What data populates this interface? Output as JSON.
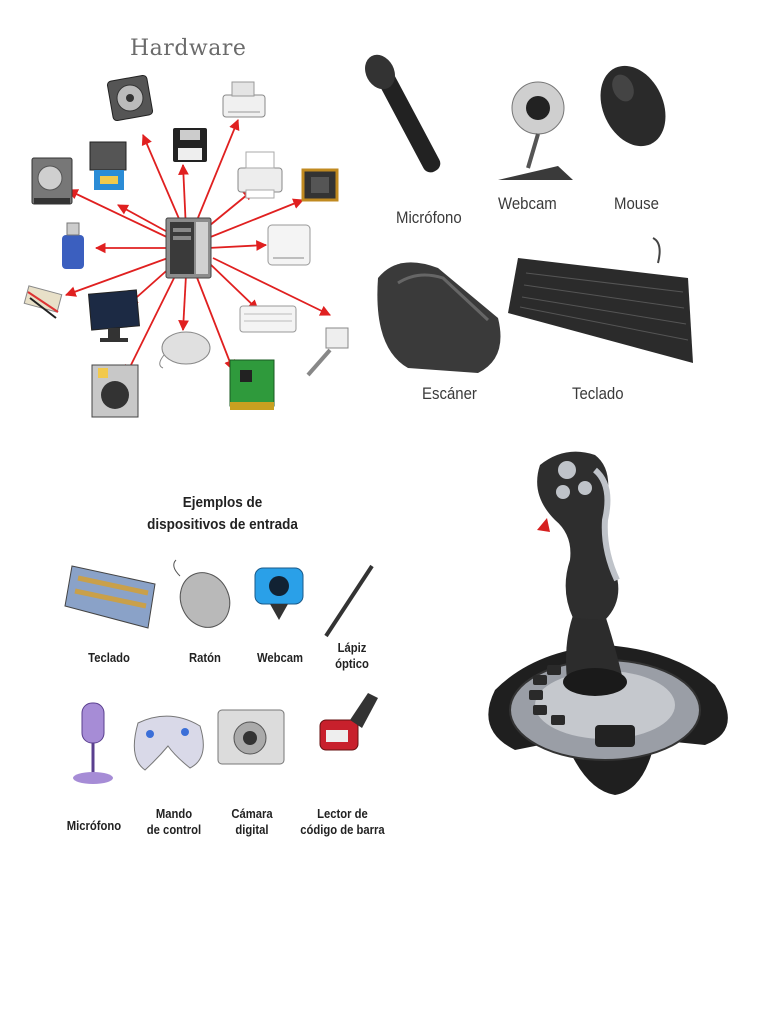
{
  "hardware_panel": {
    "title": "Hardware",
    "icons": [
      "cpu-fan-icon",
      "floppy-disk-icon",
      "printer-cable-icon",
      "hard-drive-icon",
      "graphics-card-icon",
      "printer-icon",
      "chip-icon",
      "usb-drive-icon",
      "computer-tower-icon",
      "external-drive-icon",
      "power-cable-icon",
      "monitor-icon",
      "keyboard-icon",
      "network-jack-icon",
      "power-supply-icon",
      "mouse-icon",
      "expansion-card-icon"
    ],
    "arrow_color": "#e02020"
  },
  "peripherals_panel": {
    "labels": {
      "microphone": "Micrófono",
      "webcam": "Webcam",
      "mouse": "Mouse",
      "scanner": "Escáner",
      "keyboard": "Teclado"
    }
  },
  "input_panel": {
    "title_line1": "Ejemplos de",
    "title_line2": "dispositivos de entrada",
    "items": {
      "keyboard": "Teclado",
      "mouse": "Ratón",
      "webcam": "Webcam",
      "pen_line1": "Lápiz",
      "pen_line2": "óptico",
      "mic": "Micrófono",
      "gamepad_line1": "Mando",
      "gamepad_line2": "de control",
      "camera_line1": "Cámara",
      "camera_line2": "digital",
      "barcode_line1": "Lector de",
      "barcode_line2": "código de barra"
    }
  },
  "joystick_panel": {
    "icon": "joystick-icon"
  }
}
